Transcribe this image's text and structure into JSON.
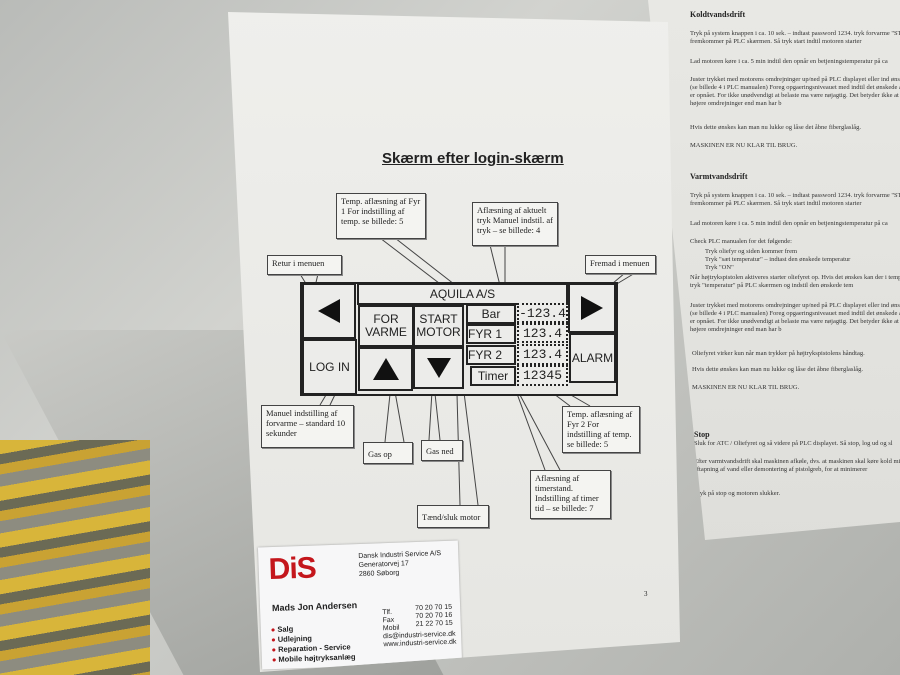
{
  "diagram": {
    "title": "Skærm efter login-skærm",
    "callouts": {
      "temp_fyr1": "Temp. aflæsning af Fyr 1 For indstilling af temp. se billede: 5",
      "pressure": "Aflæsning af aktuelt tryk Manuel indstil. af tryk – se billede: 4",
      "back": "Retur i menuen",
      "forward": "Fremad i menuen",
      "preheat": "Manuel indstilling af forvarme – standard 10 sekunder",
      "gas_up": "Gas op",
      "gas_down": "Gas ned",
      "temp_fyr2": "Temp. aflæsning af Fyr 2 For indstilling af temp. se billede: 5",
      "timer": "Aflæsning af timerstand. Indstilling af timer tid – se billede: 7",
      "motor": "Tænd/sluk motor"
    },
    "panel": {
      "header": "AQUILA A/S",
      "for_varme": "FOR VARME",
      "start_motor": "START MOTOR",
      "log_in": "LOG IN",
      "alarm": "ALARM",
      "labels": [
        "Bar",
        "FYR 1",
        "FYR 2",
        "Timer"
      ],
      "values": [
        "-123.4",
        "123.4",
        "123.4",
        "12345"
      ]
    },
    "page_number": "3"
  },
  "business_card": {
    "logo": "DiS",
    "company": "Dansk Industri Service A/S",
    "street": "Generatorvej 17",
    "city": "2860 Søborg",
    "name": "Mads Jon Andersen",
    "services": [
      "Salg",
      "Udlejning",
      "Reparation - Service",
      "Mobile højtryksanlæg"
    ],
    "contact_labels": [
      "Tlf.",
      "Fax",
      "Mobil"
    ],
    "contact_values": [
      "70 20 70 15",
      "70 20 70 16",
      "21 22 70 15"
    ],
    "email": "dis@industri-service.dk",
    "web": "www.industri-service.dk"
  },
  "instructions": {
    "cold_title": "Koldtvandsdrift",
    "cold_p1": "Tryk på system knappen i ca. 10 sek. – indtast password 1234. tryk forvarme \"START\" fremkommer på PLC skærmen. Så tryk start indtil motoren starter",
    "cold_p2": "Lad motoren køre i ca. 5 min indtil den opnår en betjeningstemperatur på ca",
    "cold_p3": "Juster trykket med motorens omdrejninger up/ned på PLC displayet eller ind ønskede tryk (se billede 4 i PLC manualen) Foreg opgaeringsniveauet med indtil det ønskede arbejdstryk er opnået. For ikke unødvendigt at belaste ma være nøjagtig. Det betyder ikke at vælge højere omdrejninger end man har b",
    "cold_p4": "Hvis dette ønskes kan man nu lukke og låse det åbne fiberglaslåg.",
    "cold_p5": "MASKINEN ER NU KLAR TIL BRUG.",
    "warm_title": "Varmtvandsdrift",
    "warm_p1": "Tryk på system knappen i ca. 10 sek. – indtast password 1234. tryk forvarme \"START\" fremkommer på PLC skærmen. Så tryk start indtil motoren starter",
    "warm_p2": "Lad motoren køre i ca. 5 min indtil den opnår en betjeningstemperatur på ca",
    "warm_p3": "Check PLC manualen for det følgende:",
    "warm_list": [
      "Tryk oliefyr og siden kommer frem",
      "Tryk \"sæt temperatur\" – indtast den ønskede temperatur",
      "Tryk \"ON\""
    ],
    "warm_p4": "Når højtrykspistolen aktiveres starter oliefyret op. Hvis det ønskes kan der i temperatur – tryk \"temperatur\" på PLC skærmen og indstil den ønskede tem",
    "warm_p5": "Juster trykket med motorens omdrejninger up/ned på PLC displayet eller ind ønskede tryk (se billede 4 i PLC manualen) Foreg opgaeringsniveauet med indtil det ønskede arbejdstryk er opnået. For ikke unødvendigt at belaste ma være nøjagtig. Det betyder ikke at vælge højere omdrejninger end man har b",
    "warm_p6": "Oliefyret virker kun når man trykker på højtrykspistolens håndtag.",
    "warm_p7": "Hvis dette ønskes kan man nu lukke og låse det åbne fiberglaslåg.",
    "warm_p8": "MASKINEN ER NU KLAR TIL BRUG.",
    "stop_title": "Stop",
    "stop_p1": "Sluk for ATC / Oliefyret og så videre på PLC displayet. Så stop, log ud og sl",
    "stop_p2": "Efter varmtvandsdrift skal maskinen afkøle, dvs. at maskinen skal køre kold min. før aftapning af vand eller demontering af pistolgreb, for at minimerer",
    "stop_p3": "Tryk på stop og motoren slukker."
  }
}
